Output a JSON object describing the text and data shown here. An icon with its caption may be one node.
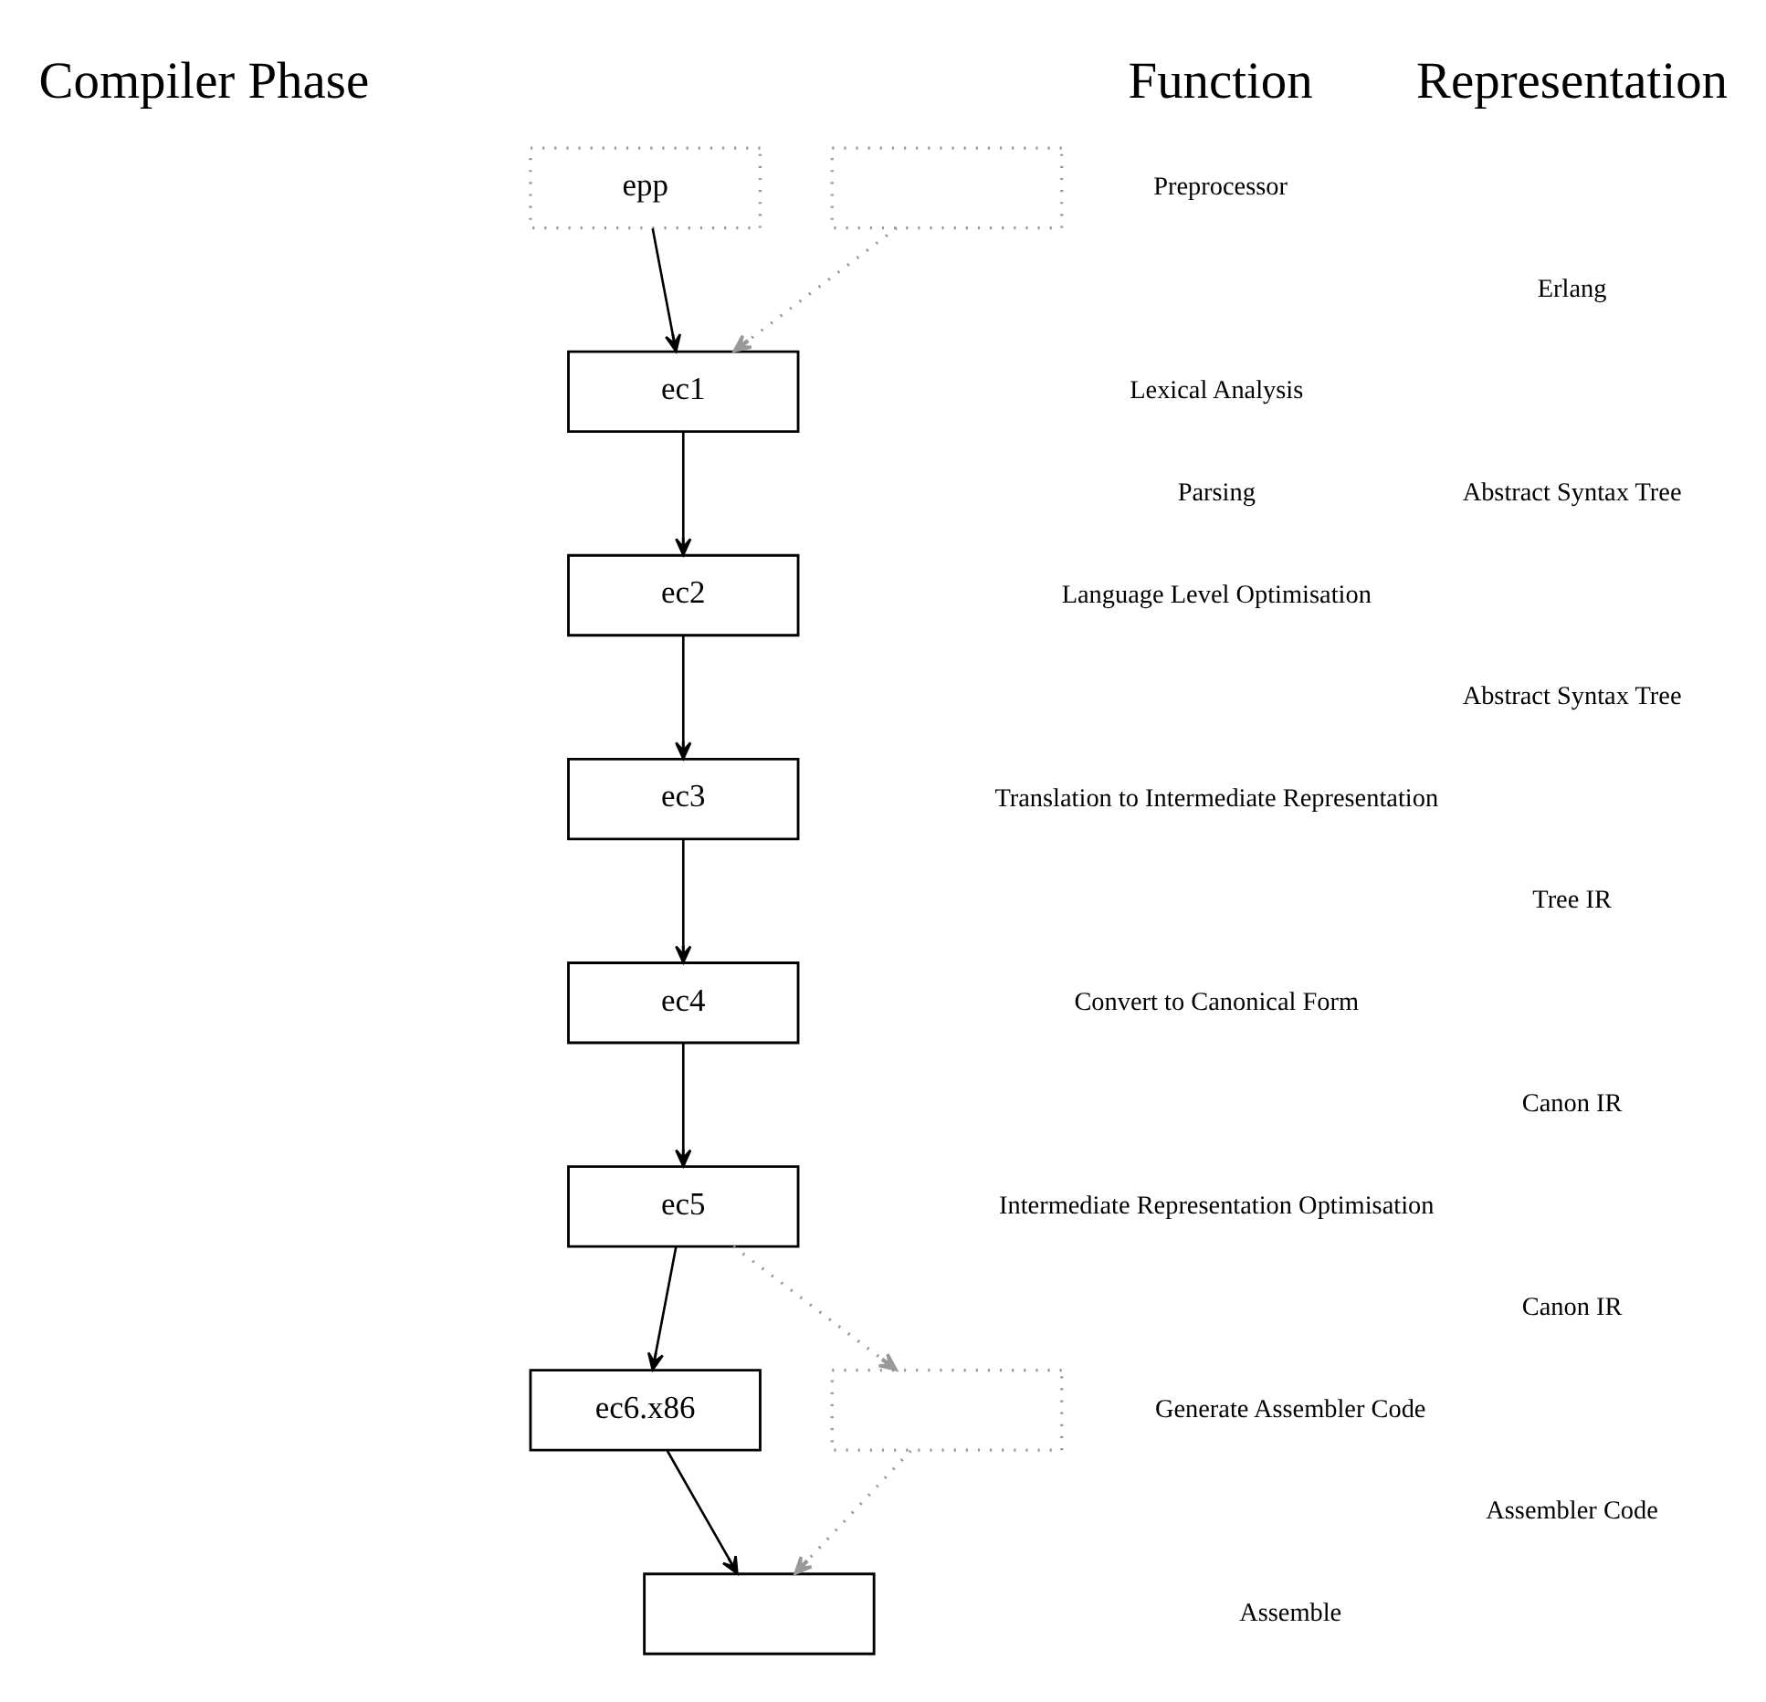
{
  "diagram": {
    "nodes": [
      {
        "text": [
          "epp"
        ]
      },
      {
        "text": [],
        "shape": "box"
      },
      {
        "text": [
          "ec1"
        ]
      },
      {
        "text": [
          "ec2"
        ]
      },
      {
        "text": [
          "ec3"
        ]
      },
      {
        "text": [
          "ec4"
        ]
      },
      {
        "text": [
          "ec5"
        ]
      },
      {
        "text": [
          "ec6.x86"
        ]
      },
      {
        "text": [],
        "shape": "box"
      },
      {
        "text": [],
        "shape": "box"
      }
    ],
    "edges": [
      {
        "from": 0,
        "to": 2,
        "arrow": "to"
      },
      {
        "from": 1,
        "to": 2,
        "arrow": "to",
        "style": "dashed",
        "color": "#999999"
      },
      {
        "from": 2,
        "to": 3,
        "arrow": "to"
      },
      {
        "from": 3,
        "to": 4,
        "arrow": "to"
      },
      {
        "from": 4,
        "to": 5,
        "arrow": "to"
      },
      {
        "from": 5,
        "to": 6,
        "arrow": "to"
      },
      {
        "from": 6,
        "to": 7,
        "arrow": "to"
      },
      {
        "from": 6,
        "to": 8,
        "arrow": "to",
        "style": "dashed",
        "color": "#999999"
      },
      {
        "from": 7,
        "to": 9,
        "arrow": "to"
      },
      {
        "from": 8,
        "to": 9,
        "arrow": "to",
        "style": "dashed",
        "color": "#999999"
      }
    ],
    "labels": [
      "Compiler Phase",
      "Function",
      "Representation",
      "Preprocessor",
      "Erlang",
      "Lexical Analysis",
      "Parsing",
      "Abstract Syntax Tree",
      "Language Level Optimisation",
      "Abstract Syntax Tree",
      "Translation to Intermediate Representation",
      "Tree IR",
      "Convert to Canonical Form",
      "Canon IR",
      "Intermediate Representation Optimisation",
      "Canon IR",
      "Generate Assembler Code",
      "Assembler Code",
      "Assemble"
    ]
  }
}
